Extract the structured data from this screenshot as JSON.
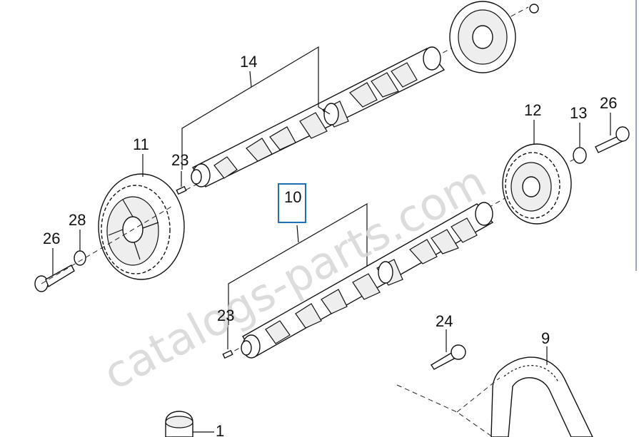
{
  "diagram": {
    "watermark": "catalogs-parts.com",
    "colors": {
      "lines": "#111111",
      "watermark": "#d6d6d6",
      "highlight": "#1e6fb8",
      "background": "#ffffff"
    },
    "callouts": {
      "c14": "14",
      "c11": "11",
      "c23_top": "23",
      "c28": "28",
      "c26_left": "26",
      "c12": "12",
      "c13": "13",
      "c26_right": "26",
      "c10": "10",
      "c23_bottom": "23",
      "c24": "24",
      "c9": "9",
      "c1": "1"
    },
    "highlighted_callout": "10"
  }
}
